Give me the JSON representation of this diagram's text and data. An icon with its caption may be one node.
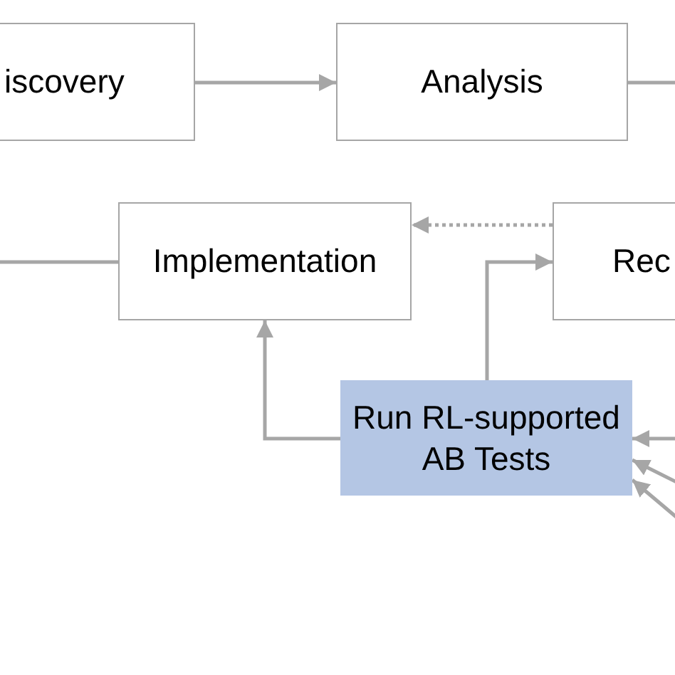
{
  "diagram": {
    "nodes": [
      {
        "text": [
          "iscovery"
        ]
      },
      {
        "text": [
          "Analysis"
        ]
      },
      {
        "text": [
          "Implementation"
        ]
      },
      {
        "text": [
          "Rec"
        ]
      },
      {
        "text": [
          "Run RL-supported AB Tests"
        ]
      }
    ],
    "edges": [
      {
        "from": 0,
        "to": 1,
        "arrow": "to"
      },
      {
        "from": 1,
        "to": null,
        "arrow": "none"
      },
      {
        "from": null,
        "to": 2,
        "arrow": "none"
      },
      {
        "from": 3,
        "to": 2,
        "arrow": "to",
        "style": "dashed"
      },
      {
        "from": 4,
        "to": 2,
        "arrow": "to"
      },
      {
        "from": 4,
        "to": 3,
        "arrow": "to"
      },
      {
        "from": null,
        "to": 4,
        "arrow": "to"
      },
      {
        "from": null,
        "to": 4,
        "arrow": "to"
      },
      {
        "from": null,
        "to": 4,
        "arrow": "to"
      }
    ]
  }
}
